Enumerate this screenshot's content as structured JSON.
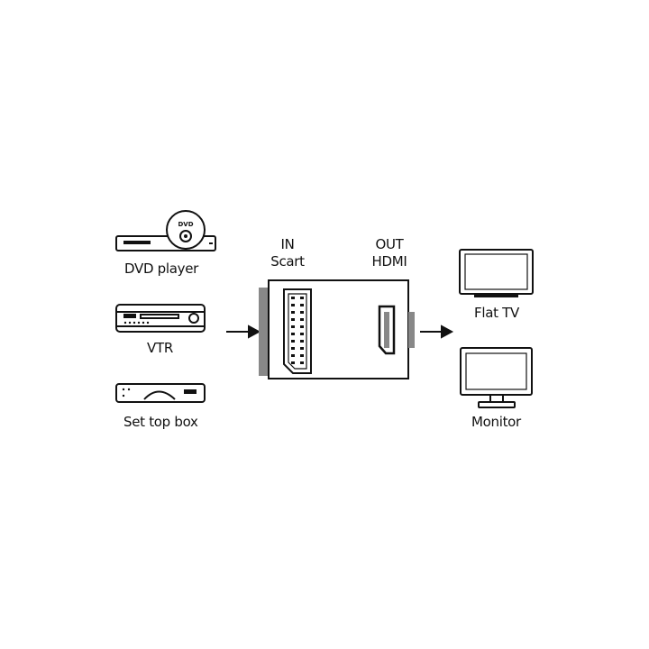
{
  "sources": [
    {
      "label": "DVD player",
      "icon": "dvd-player-icon",
      "disc_text": "DVD"
    },
    {
      "label": "VTR",
      "icon": "vtr-icon"
    },
    {
      "label": "Set top box",
      "icon": "set-top-box-icon"
    }
  ],
  "adapter": {
    "input": {
      "line1": "IN",
      "line2": "Scart"
    },
    "output": {
      "line1": "OUT",
      "line2": "HDMI"
    }
  },
  "outputs": [
    {
      "label": "Flat TV",
      "icon": "flat-tv-icon"
    },
    {
      "label": "Monitor",
      "icon": "monitor-icon"
    }
  ],
  "colors": {
    "stroke": "#111111",
    "connector_gray": "#888888",
    "background": "#ffffff"
  }
}
